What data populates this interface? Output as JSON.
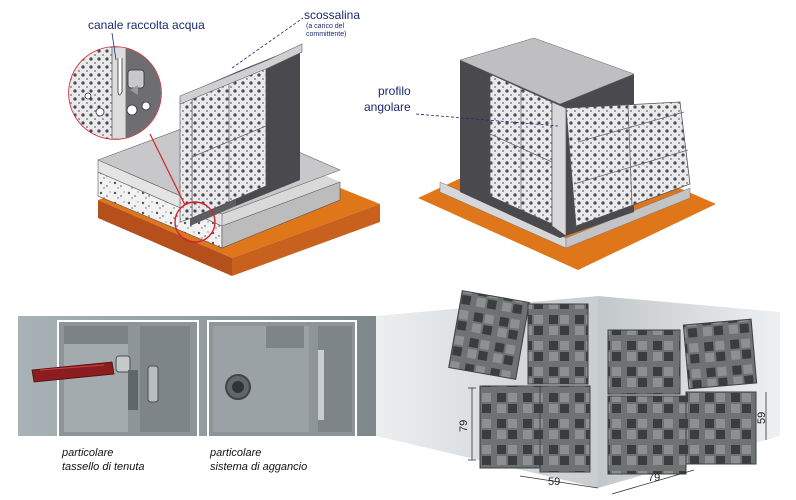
{
  "labels": {
    "canale": "canale raccolta acqua",
    "scossalina": "scossalina",
    "scossalina_note_1": "(a carico del",
    "scossalina_note_2": "committente)",
    "profilo_1": "profilo",
    "profilo_2": "angolare"
  },
  "captions": {
    "detail1_line1": "particolare",
    "detail1_line2": "tassello di tenuta",
    "detail2_line1": "particolare",
    "detail2_line2": "sistema di aggancio"
  },
  "dimensions": {
    "height_left": "79",
    "width_bottom_left": "59",
    "width_bottom_right": "79",
    "height_right": "59"
  },
  "colors": {
    "text_blue": "#1a2a6e",
    "foundation_orange": "#e0761a",
    "foundation_brown": "#b5501c",
    "wall_dark": "#4a4a4e",
    "panel_light": "#e8e8ea",
    "callout_red": "#d3232b",
    "photo_bg": "#9aa3a6"
  }
}
